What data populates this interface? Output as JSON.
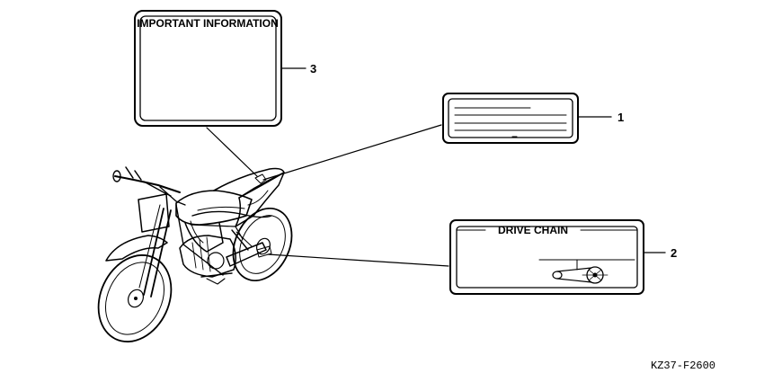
{
  "labels": {
    "important": {
      "text": "IMPORTANT INFORMATION",
      "callout": "3"
    },
    "generic": {
      "callout": "1"
    },
    "drive_chain": {
      "text": "DRIVE CHAIN",
      "callout": "2"
    }
  },
  "diagram_code": "KZ37-F2600"
}
